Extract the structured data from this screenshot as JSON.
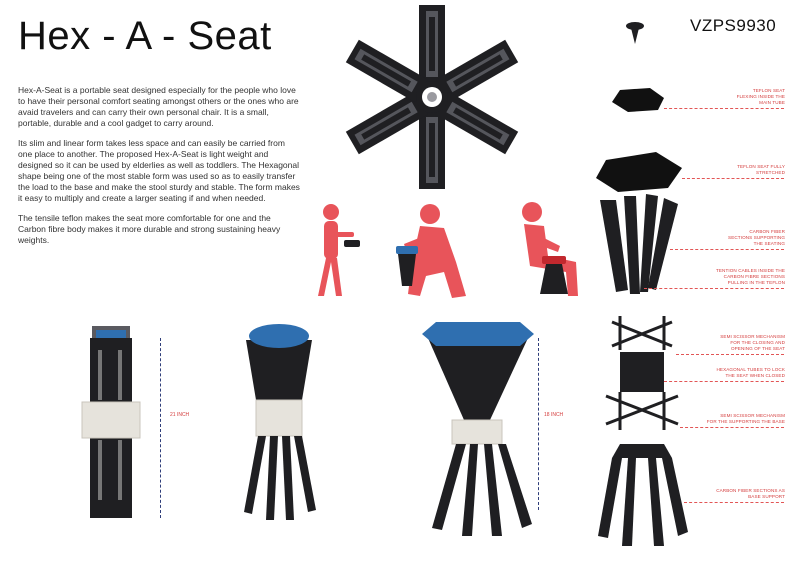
{
  "header": {
    "title": "Hex - A - Seat",
    "code": "VZPS9930"
  },
  "description": {
    "p1": "Hex-A-Seat is a portable seat designed especially for the people who love to have their personal comfort seating amongst others or the ones who are avaid travelers and can carry their own personal chair. It is a small, portable, durable and a cool gadget to carry around.",
    "p2": "Its slim and linear form takes less space and can easily be carried from one place to another. The proposed Hex-A-Seat is light weight and designed so it can be used by elderlies as well as toddlers. The Hexagonal shape being one of the most stable form was used so as to easily transfer the load to the base and make the stool sturdy and stable. The form makes it easy to multiply and create a larger seating if and when needed.",
    "p3": "The tensile teflon makes the seat more comfortable for one and the Carbon fibre body makes it more durable and strong sustaining heavy weights."
  },
  "dimensions": {
    "closed": "21 INCH",
    "open": "18 INCH"
  },
  "callouts": {
    "c1": [
      "TEFLON SEAT",
      "FLEXING INSIDE THE",
      "MAIN TUBE"
    ],
    "c2": [
      "TEFLON SEAT FULLY",
      "STRETCHED"
    ],
    "c3": [
      "CARBON FIBER",
      "SECTIONS SUPPORTING",
      "THE SEATING"
    ],
    "c4": [
      "TENTION CABLES INSIDE THE",
      "CARBON FIBRE SECTIONS",
      "PULLING IN THE TEFLON"
    ],
    "c5": [
      "SEMI SCISSOR MECHANISM",
      "FOR THE CLOSING AND",
      "OPENING OF THE SEAT"
    ],
    "c6": [
      "HEXAGONAL TUBES TO LOCK",
      "THE SEAT WHEN CLOSED"
    ],
    "c7": [
      "SEMI SCISSOR MECHANISM",
      "FOR THE SUPPORTING THE BASE"
    ],
    "c8": [
      "CARBON FIBER SECTIONS AS",
      "BASE SUPPORT"
    ]
  },
  "colors": {
    "accent": "#d43c3c",
    "figure": "#e8545a",
    "product": "#1f1f22",
    "seat": "#2f6fb0",
    "band": "#e6e3dc"
  }
}
